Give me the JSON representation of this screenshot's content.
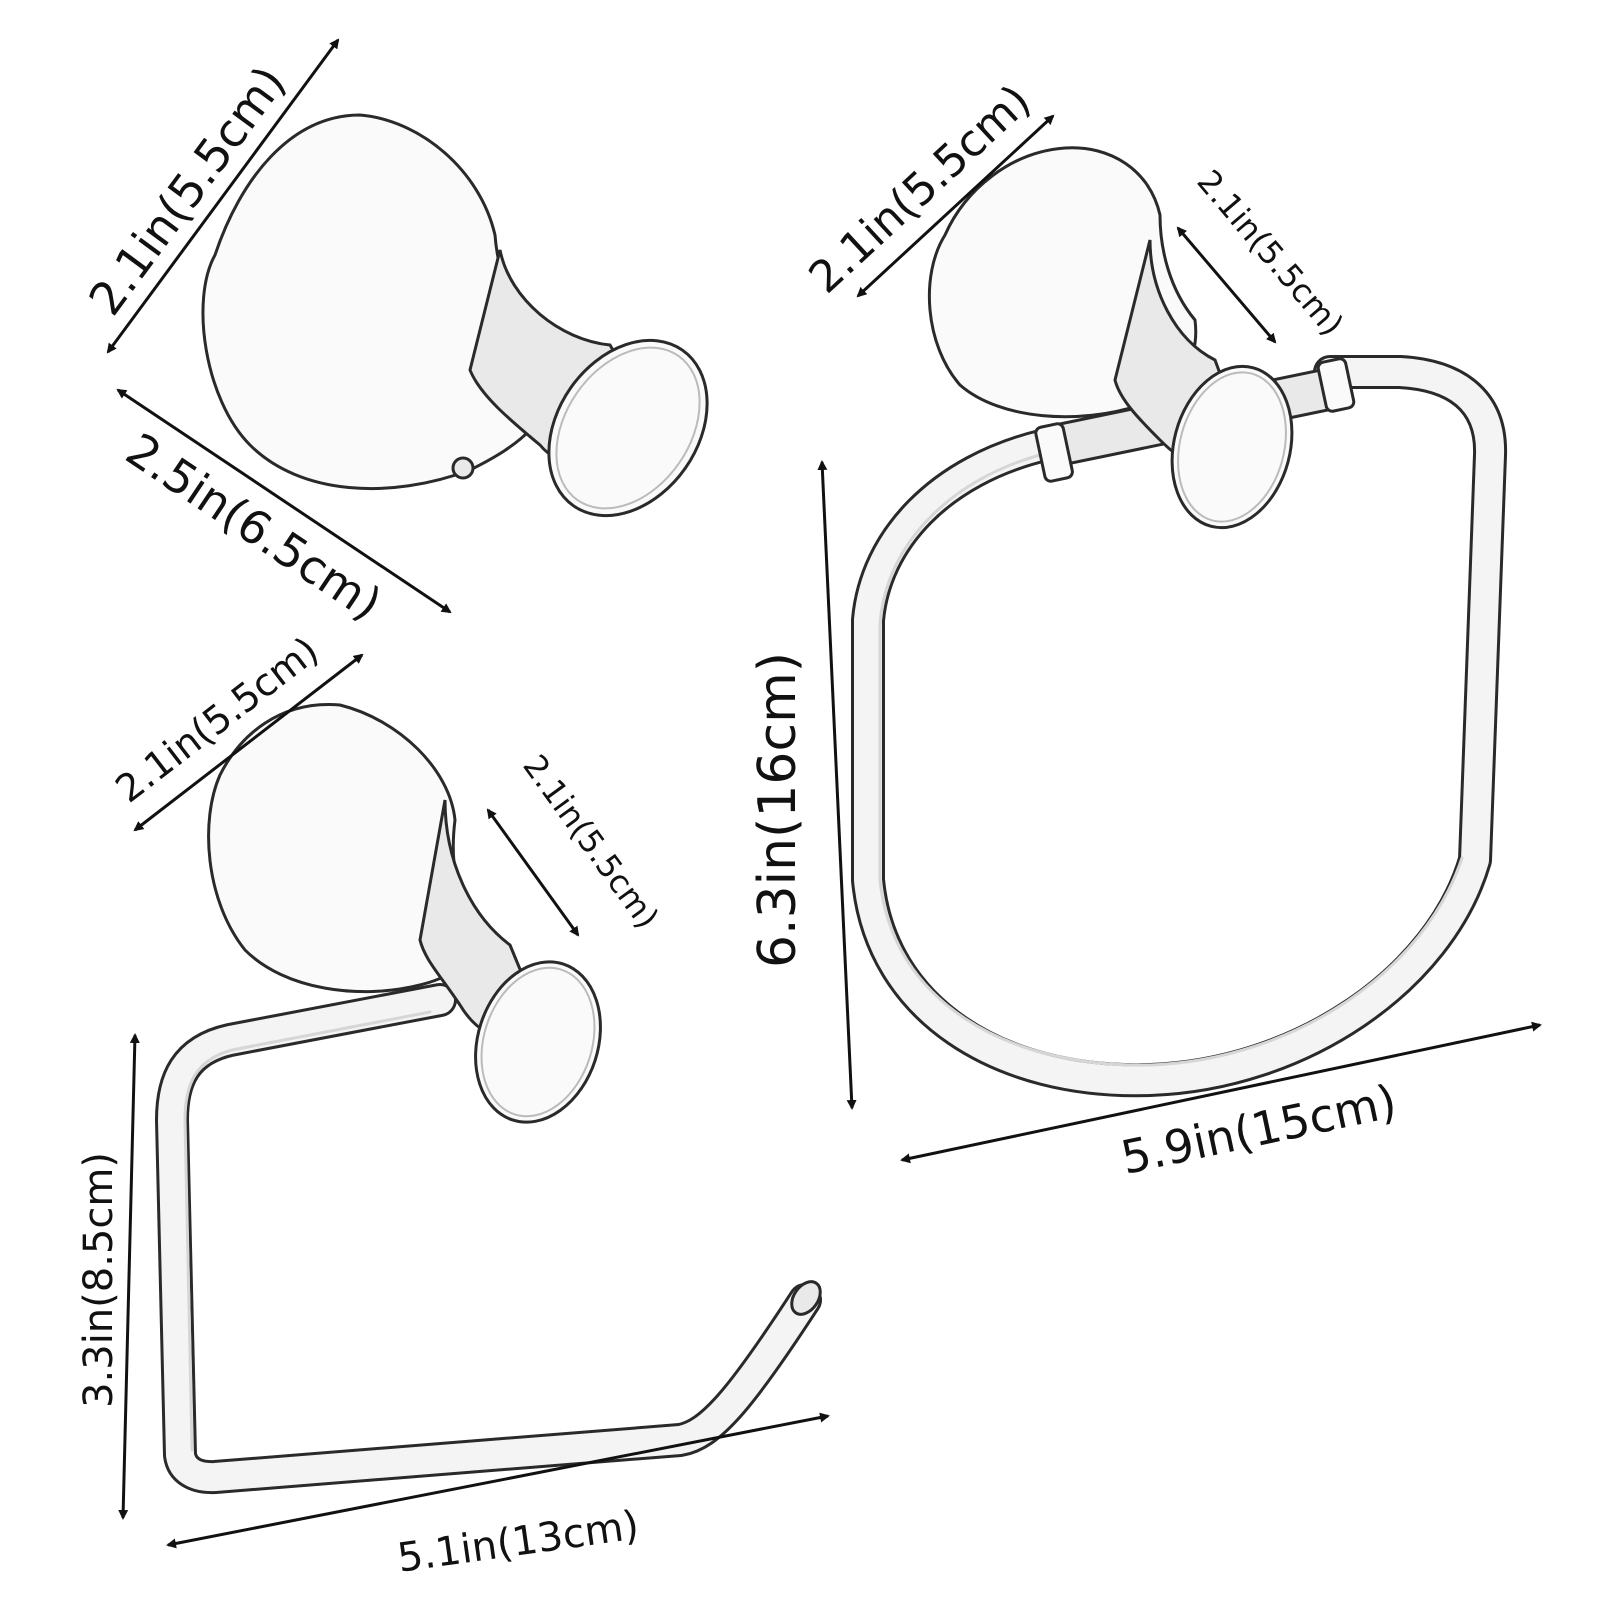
{
  "products": {
    "robe_hook": {
      "dimensions": {
        "width": "2.1in(5.5cm)",
        "depth": "2.5in(6.5cm)"
      }
    },
    "towel_ring": {
      "dimensions": {
        "base": "2.1in(5.5cm)",
        "depth": "2.1in(5.5cm)",
        "height": "6.3in(16cm)",
        "width": "5.9in(15cm)"
      }
    },
    "paper_holder": {
      "dimensions": {
        "base": "2.1in(5.5cm)",
        "depth": "2.1in(5.5cm)",
        "height": "3.3in(8.5cm)",
        "width": "5.1in(13cm)"
      }
    }
  },
  "colors": {
    "ink": "#111111",
    "metal_outline": "#2a2a2a",
    "metal_fill": "#fafafa"
  }
}
